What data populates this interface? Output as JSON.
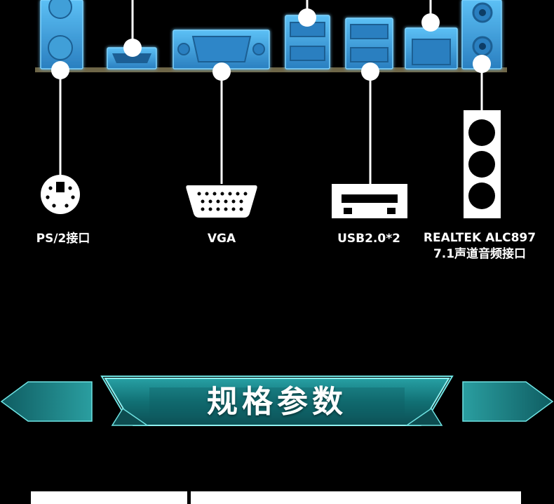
{
  "labels": {
    "ps2": "PS/2接口",
    "vga": "VGA",
    "usb": "USB2.0*2",
    "audio_line1": "REALTEK ALC897",
    "audio_line2": "7.1声道音频接口"
  },
  "banner": {
    "title": "规格参数"
  },
  "colors": {
    "background": "#000000",
    "port_glow": "#3aa0e0",
    "banner_teal": "#1f8a8e",
    "banner_dark": "#0a3d40",
    "banner_edge": "#5fe0e0",
    "pcb_bar": "#6e6648"
  }
}
